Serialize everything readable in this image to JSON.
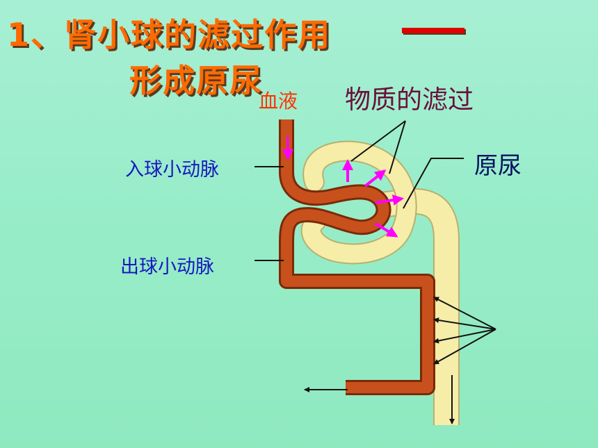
{
  "title": {
    "line1": "1、肾小球的滤过作用",
    "line2": "形成原尿"
  },
  "labels": {
    "blood": "血液",
    "filtration": "物质的滤过",
    "primary_urine": "原尿",
    "afferent_arteriole": "入球小动脉",
    "efferent_arteriole": "出球小动脉"
  },
  "colors": {
    "vessel": "#c8501c",
    "vessel_outline": "#7a2a08",
    "tubule": "#f5eda8",
    "tubule_outline": "#b8b070",
    "filter_arrow": "#ff00ff",
    "title": "#ff6a00"
  }
}
